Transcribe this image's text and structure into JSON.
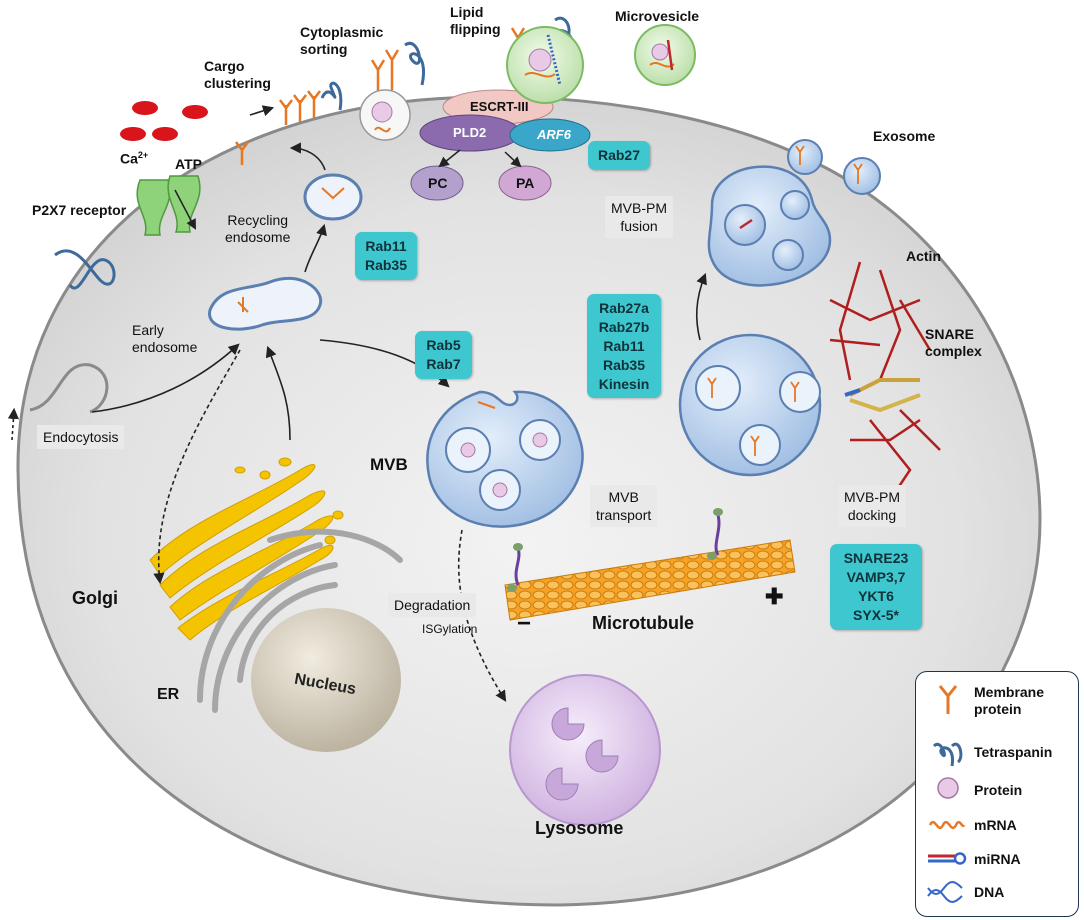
{
  "labels": {
    "cargo_clustering": "Cargo\nclustering",
    "cytoplasmic_sorting": "Cytoplasmic\nsorting",
    "lipid_flipping": "Lipid\nflipping",
    "microvesicle": "Microvesicle",
    "exosome": "Exosome",
    "escrt": "ESCRT-III",
    "pld2": "PLD2",
    "arf6": "ARF6",
    "pc": "PC",
    "pa": "PA",
    "ca": "Ca",
    "ca_sup": "2+",
    "atp": "ATP",
    "p2x7": "P2X7 receptor",
    "recycling_endosome": "Recycling\nendosome",
    "early_endosome": "Early\nendosome",
    "endocytosis": "Endocytosis",
    "mvb": "MVB",
    "mvb_pm_fusion": "MVB-PM\nfusion",
    "actin": "Actin",
    "snare_complex": "SNARE\ncomplex",
    "mvb_transport": "MVB\ntransport",
    "mvb_pm_docking": "MVB-PM\ndocking",
    "golgi": "Golgi",
    "er": "ER",
    "nucleus": "Nucleus",
    "degradation": "Degradation",
    "isgylation": "ISGylation",
    "microtubule": "Microtubule",
    "minus": "−",
    "plus": "✚",
    "lysosome": "Lysosome"
  },
  "rab_boxes": {
    "rab27": "Rab27",
    "rab11_35": "Rab11\nRab35",
    "rab5_7": "Rab5\nRab7",
    "rab_transport": "Rab27a\nRab27b\nRab11\nRab35\nKinesin",
    "snare_list": "SNARE23\nVAMP3,7\nYKT6\nSYX-5*"
  },
  "legend": [
    {
      "icon": "membrane-protein-icon",
      "label": "Membrane\nprotein"
    },
    {
      "icon": "tetraspanin-icon",
      "label": "Tetraspanin"
    },
    {
      "icon": "protein-icon",
      "label": "Protein"
    },
    {
      "icon": "mrna-icon",
      "label": "mRNA"
    },
    {
      "icon": "mirna-icon",
      "label": "miRNA"
    },
    {
      "icon": "dna-icon",
      "label": "DNA"
    }
  ],
  "colors": {
    "rab_box": "#3ec7cf",
    "membrane_protein": "#e87722",
    "tetraspanin": "#3d6a9a",
    "golgi": "#f5c400",
    "actin": "#b01e1e",
    "microtubule": "#f7a224",
    "vesicle": "#b9d2ee",
    "lysosome": "#e3cfee"
  }
}
